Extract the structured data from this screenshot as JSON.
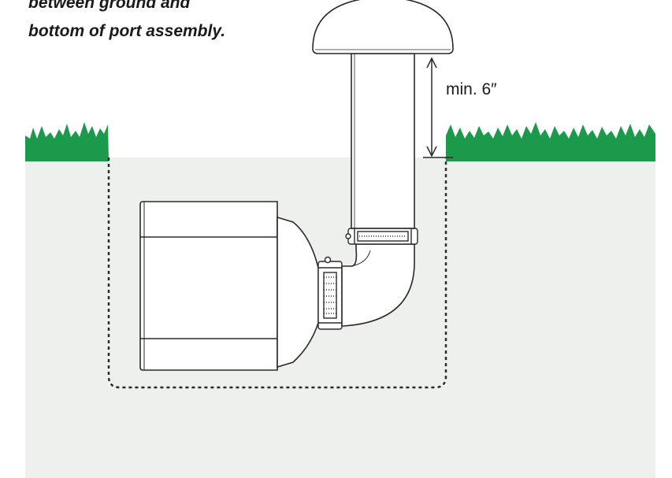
{
  "note": {
    "line1": "between ground and",
    "line2": "bottom of port assembly."
  },
  "dimension": {
    "label": "min. 6″"
  },
  "colors": {
    "grass": "#1a9a4a",
    "soil": "#eef0ee",
    "outline": "#2a2a2a",
    "fill": "#ffffff"
  }
}
